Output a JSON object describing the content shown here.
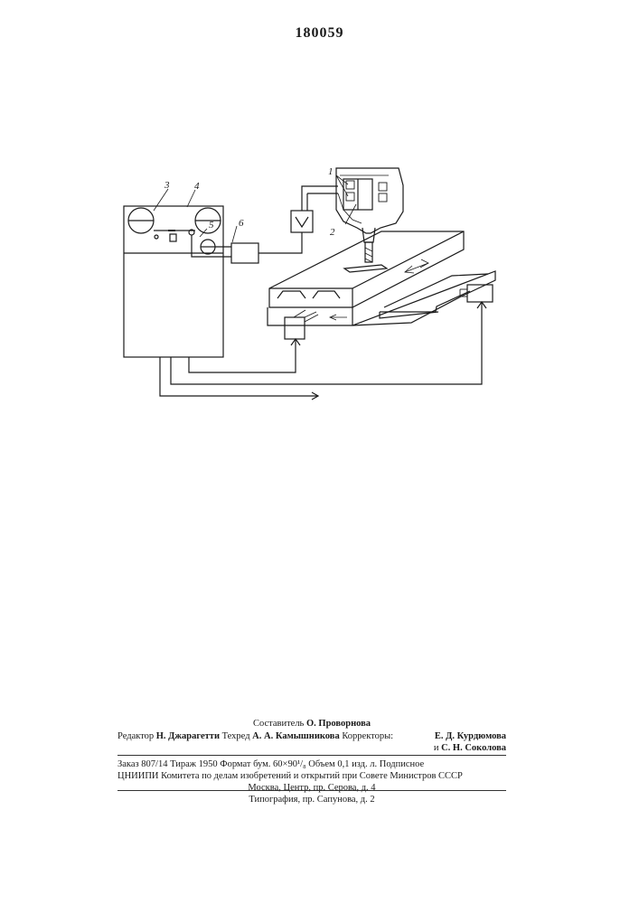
{
  "page_number": "180059",
  "figure_labels": {
    "l1": "1",
    "l2": "2",
    "l3": "3",
    "l4": "4",
    "l5": "5",
    "l6": "6"
  },
  "colophon": {
    "compiler_label": "Составитель",
    "compiler_name": "О. Проворнова",
    "editor_label": "Редактор",
    "editor_name": "Н. Джарагетти",
    "techred_label": "Техред",
    "techred_name": "А. А. Камышникова",
    "correctors_label": "Корректоры:",
    "corrector1": "Е. Д. Курдюмова",
    "corrector2_prefix": "и",
    "corrector2": "С. Н. Соколова",
    "order_line": "Заказ 807/14   Тираж 1950   Формат бум. 60×90¹/₈   Объем 0,1 изд. л.   Подписное",
    "institution_line": "ЦНИИПИ Комитета по делам изобретений и открытий при Совете Министров СССР",
    "address_line": "Москва, Центр, пр. Серова, д. 4",
    "printer_line": "Типография, пр. Сапунова, д. 2"
  }
}
